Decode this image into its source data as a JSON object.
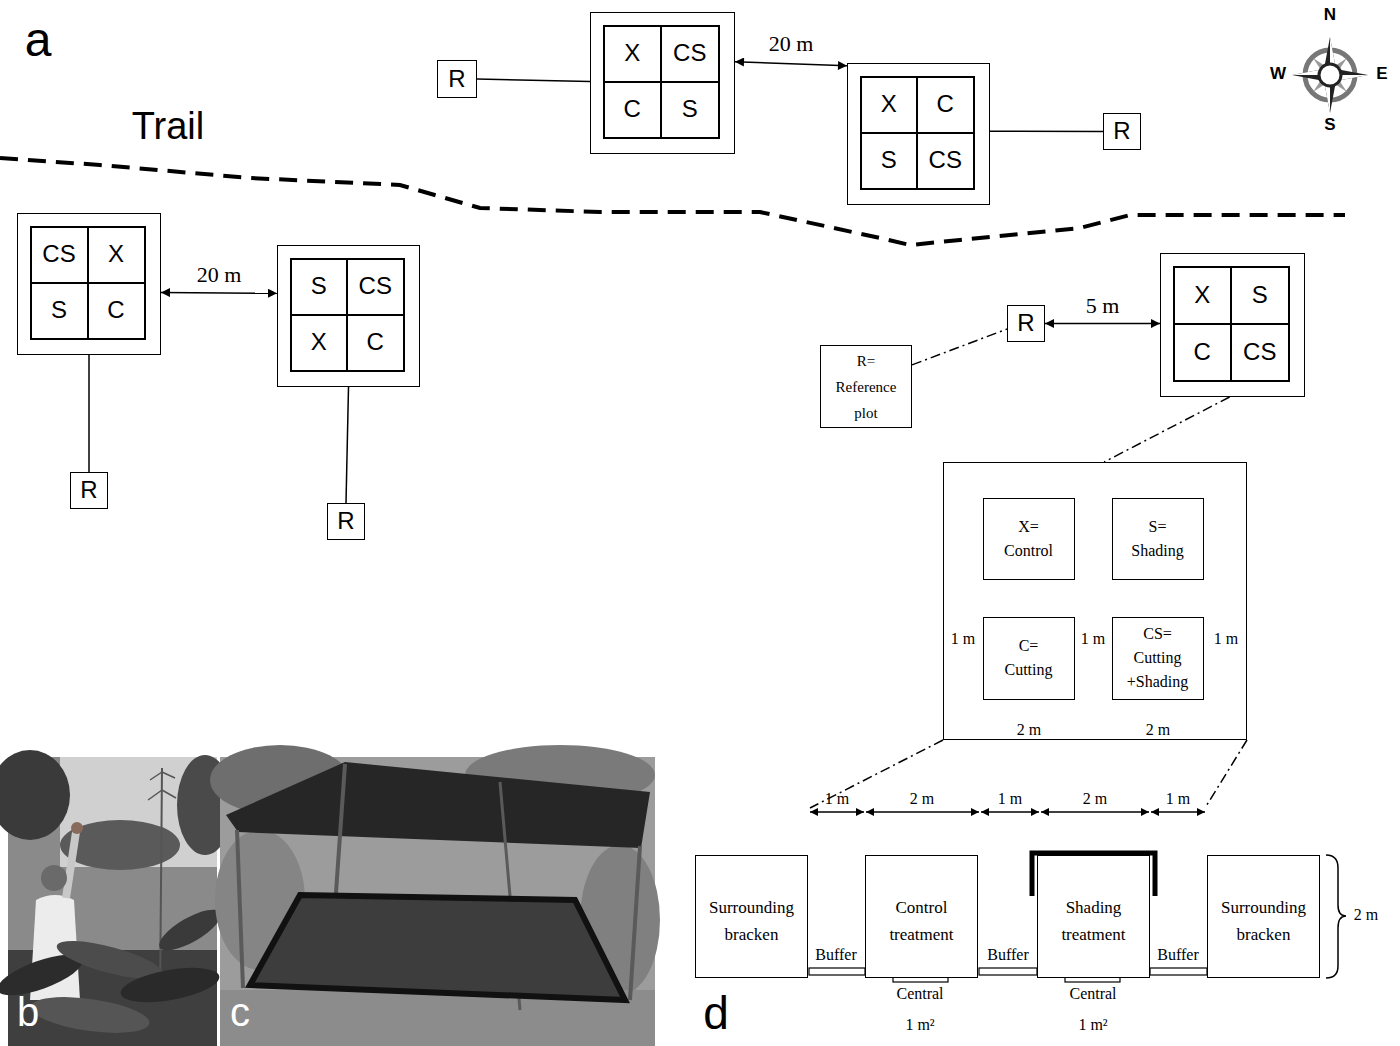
{
  "diagram": {
    "nodes": [
      {
        "text": [
          "R"
        ]
      },
      {
        "text": []
      },
      {
        "text": [
          "X"
        ],
        "in": 1
      },
      {
        "text": [
          "CS"
        ],
        "in": 1
      },
      {
        "text": [
          "C"
        ],
        "in": 1
      },
      {
        "text": [
          "S"
        ],
        "in": 1
      },
      {
        "text": []
      },
      {
        "text": [
          "X"
        ],
        "in": 6
      },
      {
        "text": [
          "C"
        ],
        "in": 6
      },
      {
        "text": [
          "S"
        ],
        "in": 6
      },
      {
        "text": [
          "CS"
        ],
        "in": 6
      },
      {
        "text": [
          "R"
        ]
      },
      {
        "text": []
      },
      {
        "text": [
          "CS"
        ],
        "in": 12
      },
      {
        "text": [
          "X"
        ],
        "in": 12
      },
      {
        "text": [
          "S"
        ],
        "in": 12
      },
      {
        "text": [
          "C"
        ],
        "in": 12
      },
      {
        "text": []
      },
      {
        "text": [
          "S"
        ],
        "in": 17
      },
      {
        "text": [
          "CS"
        ],
        "in": 17
      },
      {
        "text": [
          "X"
        ],
        "in": 17
      },
      {
        "text": [
          "C"
        ],
        "in": 17
      },
      {
        "text": [
          "R"
        ]
      },
      {
        "text": []
      },
      {
        "text": [
          "X"
        ],
        "in": 23
      },
      {
        "text": [
          "S"
        ],
        "in": 23
      },
      {
        "text": [
          "C"
        ],
        "in": 23
      },
      {
        "text": [
          "CS"
        ],
        "in": 23
      },
      {
        "text": [
          "R= Reference plot"
        ]
      },
      {
        "text": [
          "R"
        ]
      },
      {
        "text": [
          "R"
        ]
      },
      {
        "text": []
      },
      {
        "text": [
          "X= Control"
        ],
        "in": 31
      },
      {
        "text": [
          "S= Shading"
        ],
        "in": 31
      },
      {
        "text": [
          "C= Cutting"
        ],
        "in": 31
      },
      {
        "text": [
          "CS= Cutting +Shading"
        ],
        "in": 31
      },
      {
        "text": [
          "Surrounding bracken"
        ]
      },
      {
        "text": [
          "Control treatment"
        ]
      },
      {
        "text": [
          "Shading treatment"
        ]
      },
      {
        "text": [
          "Surrounding bracken"
        ]
      }
    ],
    "edges": [
      {
        "from": 0,
        "to": 1,
        "arrow": "none"
      },
      {
        "from": 1,
        "to": 6,
        "label": "20 m",
        "arrow": "both"
      },
      {
        "from": 6,
        "to": 11,
        "arrow": "none"
      },
      {
        "from": 12,
        "to": 17,
        "label": "20 m",
        "arrow": "both"
      },
      {
        "from": 12,
        "to": 29,
        "arrow": "none"
      },
      {
        "from": 17,
        "to": 30,
        "arrow": "none"
      },
      {
        "from": 22,
        "to": 23,
        "label": "5 m",
        "arrow": "both"
      },
      {
        "from": 28,
        "to": 22,
        "arrow": "none"
      },
      {
        "from": 23,
        "to": 31,
        "arrow": "none"
      }
    ],
    "labels": [
      "a",
      "N",
      "W",
      "E",
      "S",
      "Trail",
      "1 m",
      "1 m",
      "1 m",
      "2 m",
      "2 m",
      "1 m",
      "2 m",
      "1 m",
      "2 m",
      "1 m",
      "2 m",
      "Buffer",
      "Buffer",
      "Buffer",
      "Central",
      "Central",
      "1 m²",
      "1 m²",
      "b",
      "c",
      "d"
    ]
  }
}
